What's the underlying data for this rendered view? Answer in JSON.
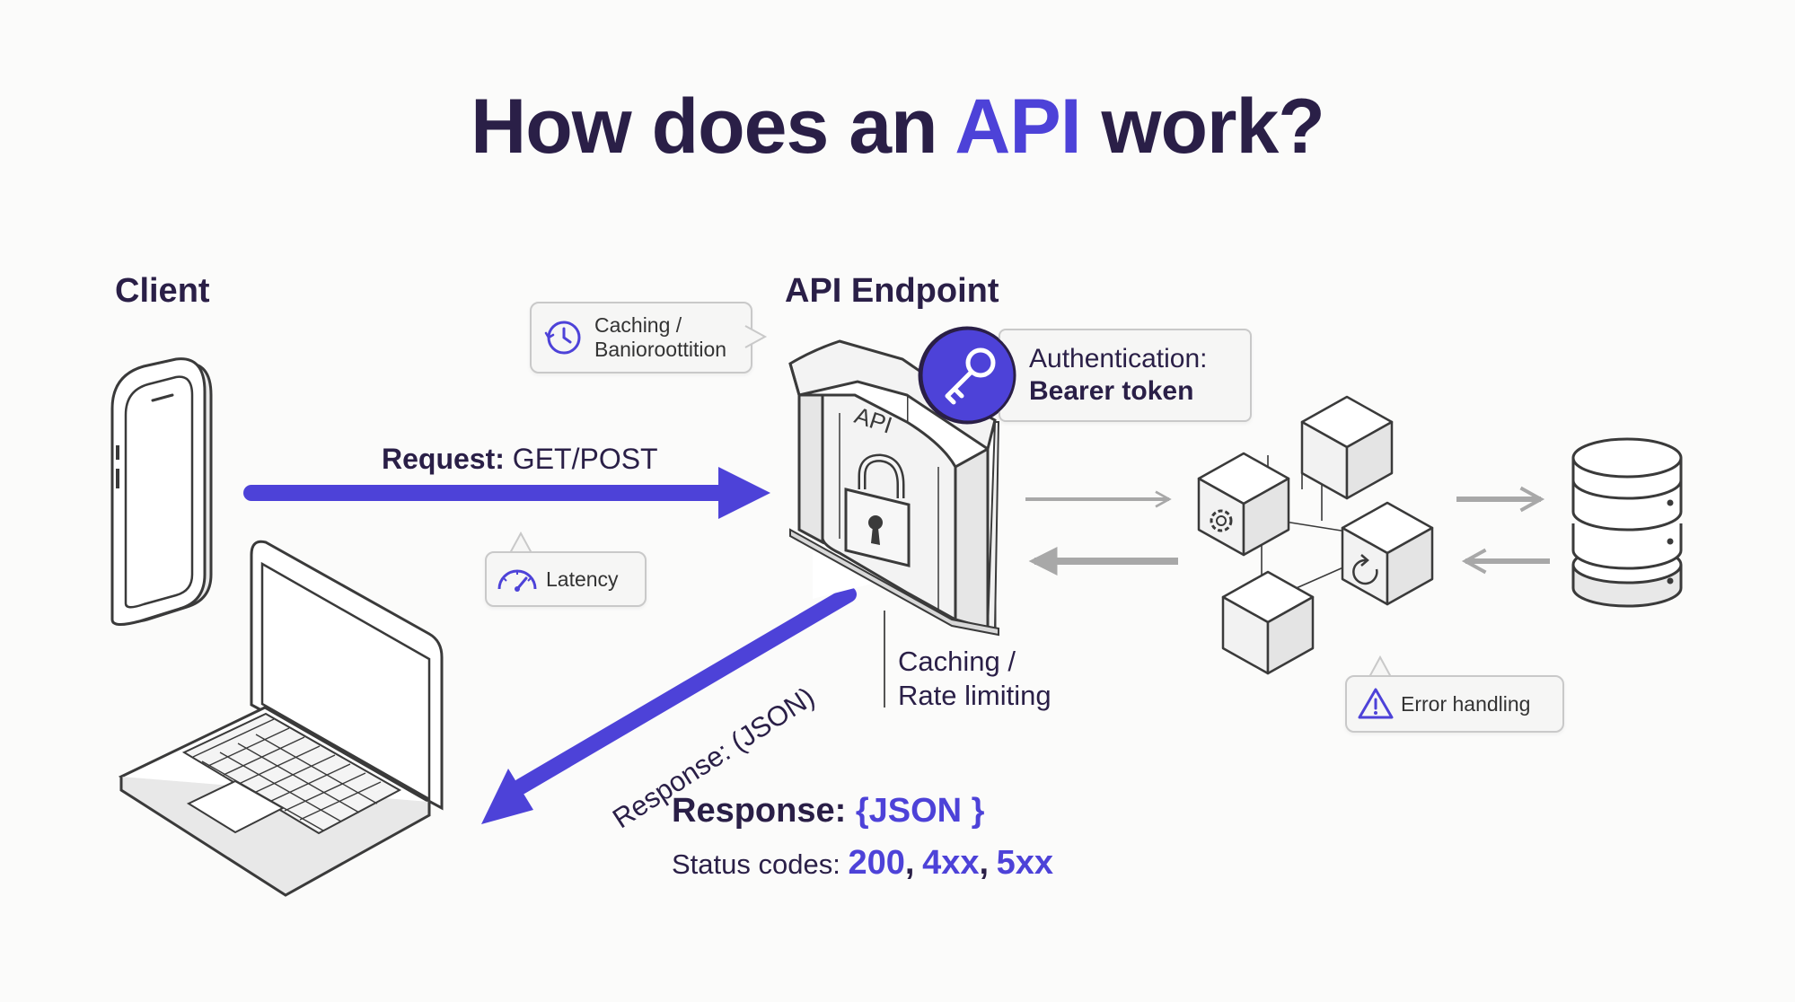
{
  "title": {
    "prefix": "How does an ",
    "highlight": "API",
    "suffix": " work?"
  },
  "client": {
    "label": "Client"
  },
  "endpoint": {
    "label": "API Endpoint",
    "roof_text": "API"
  },
  "callouts": {
    "caching_bubble": {
      "line1": "Caching /",
      "line2": "Banioroottition"
    },
    "latency": "Latency",
    "auth": {
      "line1": "Authentication:",
      "line2": "Bearer token"
    },
    "error": "Error handling"
  },
  "request": {
    "label_bold": "Request:",
    "label_value": "GET/POST"
  },
  "response_arrow_label": "Response: (JSON)",
  "caching_rate": {
    "line1": "Caching /",
    "line2": "Rate limiting"
  },
  "response": {
    "label_bold": "Response:",
    "format": "{JSON }",
    "status_prefix": "Status codes:",
    "codes": [
      "200",
      "4xx",
      "5xx"
    ]
  },
  "colors": {
    "accent": "#4d42d8",
    "text": "#2a1f47",
    "line": "#3a3a3a",
    "arrow_gray": "#a8a8a8"
  },
  "icons": [
    "phone-icon",
    "laptop-icon",
    "gateway-building-icon",
    "padlock-icon",
    "key-icon",
    "clock-icon",
    "gauge-icon",
    "gear-icon",
    "refresh-icon",
    "warning-icon",
    "database-icon"
  ]
}
